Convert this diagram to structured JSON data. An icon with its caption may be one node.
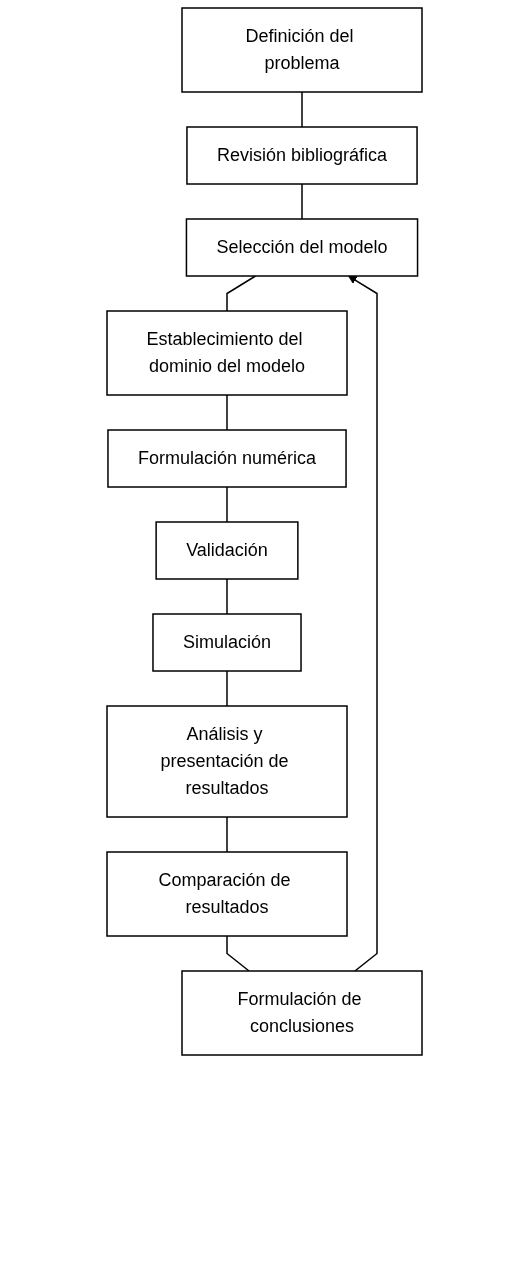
{
  "diagram": {
    "nodes": [
      {
        "text": [
          "Definición del problema"
        ]
      },
      {
        "text": [
          "Revisión bibliográfica"
        ]
      },
      {
        "text": [
          "Selección del modelo"
        ]
      },
      {
        "text": [
          "Establecimiento del dominio del modelo"
        ]
      },
      {
        "text": [
          "Formulación numérica"
        ]
      },
      {
        "text": [
          "Validación"
        ]
      },
      {
        "text": [
          "Simulación"
        ]
      },
      {
        "text": [
          "Análisis y presentación de resultados"
        ]
      },
      {
        "text": [
          "Comparación de resultados"
        ]
      },
      {
        "text": [
          "Formulación de conclusiones"
        ]
      }
    ],
    "edges": [
      {
        "from": 0,
        "to": 1,
        "arrow": "none"
      },
      {
        "from": 1,
        "to": 2,
        "arrow": "none"
      },
      {
        "from": 2,
        "to": 3,
        "arrow": "none"
      },
      {
        "from": 3,
        "to": 4,
        "arrow": "none"
      },
      {
        "from": 4,
        "to": 5,
        "arrow": "none"
      },
      {
        "from": 5,
        "to": 6,
        "arrow": "none"
      },
      {
        "from": 6,
        "to": 7,
        "arrow": "none"
      },
      {
        "from": 7,
        "to": 8,
        "arrow": "none"
      },
      {
        "from": 8,
        "to": 9,
        "arrow": "none"
      },
      {
        "from": 9,
        "to": 2,
        "arrow": "to"
      }
    ]
  }
}
